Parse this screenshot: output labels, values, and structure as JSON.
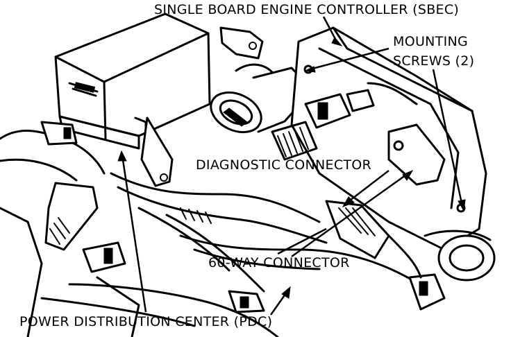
{
  "labels": {
    "sbec": "SINGLE BOARD ENGINE CONTROLLER (SBEC)",
    "mounting_line1": "MOUNTING",
    "mounting_line2": "SCREWS (2)",
    "diagnostic": "DIAGNOSTIC CONNECTOR",
    "sixty_way": "60-WAY CONNECTOR",
    "pdc": "POWER DISTRIBUTION CENTER (PDC)"
  },
  "colors": {
    "ink": "#000000",
    "paper": "#ffffff"
  }
}
